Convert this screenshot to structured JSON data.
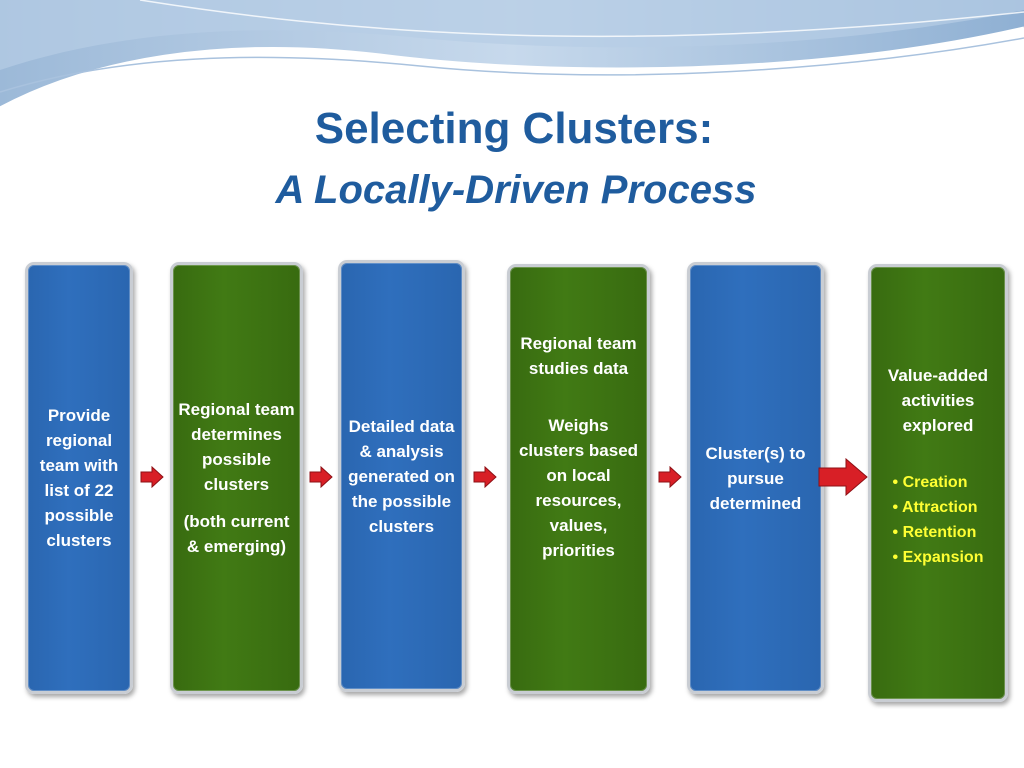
{
  "slide": {
    "title": "Selecting Clusters:",
    "subtitle": "A Locally-Driven Process"
  },
  "steps": [
    {
      "color": "blue",
      "lines": [
        "Provide regional team with list of 22 possible clusters"
      ]
    },
    {
      "color": "green",
      "lines": [
        "Regional team determines possible clusters",
        "(both current & emerging)"
      ]
    },
    {
      "color": "blue",
      "lines": [
        "Detailed data & analysis generated on the possible clusters"
      ]
    },
    {
      "color": "green",
      "lines": [
        "Regional team studies data",
        "Weighs clusters based on local resources, values, priorities"
      ]
    },
    {
      "color": "blue",
      "lines": [
        "Cluster(s) to pursue determined"
      ]
    },
    {
      "color": "green",
      "lines": [
        "Value-added activities explored"
      ],
      "bullets": [
        "• Creation",
        "• Attraction",
        "• Retention",
        "• Expansion"
      ]
    }
  ],
  "colors": {
    "title": "#1f5c9e",
    "blue_box": "#2a66b0",
    "green_box": "#3a7011",
    "bullet_text": "#ffff33",
    "arrow": "#d81f26"
  }
}
